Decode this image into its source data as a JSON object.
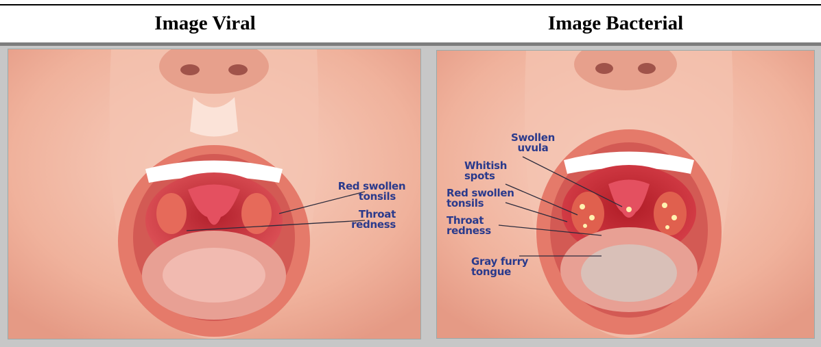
{
  "table": {
    "left_header": "Image Viral",
    "right_header": "Image Bacterial"
  },
  "viral": {
    "label_tonsils_1": "Red swollen",
    "label_tonsils_2": "tonsils",
    "label_throat_1": "Throat",
    "label_throat_2": "redness"
  },
  "bacterial": {
    "label_uvula_1": "Swollen",
    "label_uvula_2": "uvula",
    "label_spots_1": "Whitish",
    "label_spots_2": "spots",
    "label_tonsils_1": "Red swollen",
    "label_tonsils_2": "tonsils",
    "label_throat_1": "Throat",
    "label_throat_2": "redness",
    "label_tongue_1": "Gray furry",
    "label_tongue_2": "tongue"
  },
  "colors": {
    "label_text": "#2a3a8c",
    "skin": "#f2b7a3",
    "lip": "#e07a6a",
    "throat": "#c8303a"
  }
}
